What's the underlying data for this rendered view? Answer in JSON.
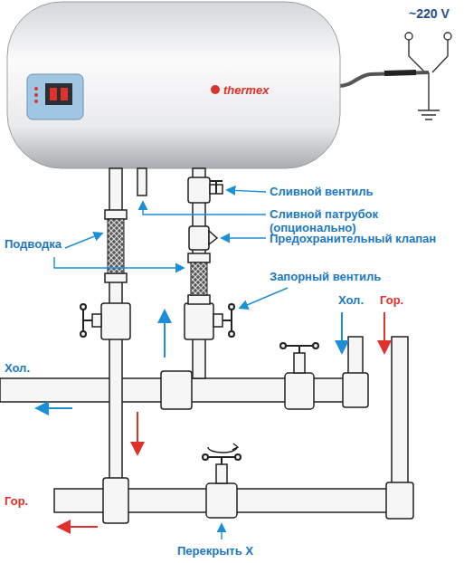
{
  "diagram": {
    "labels": [
      "~220 V",
      "thermex",
      "Сливной вентиль",
      "Сливной патрубок (опционально)",
      "Предохранительный клапан",
      "Подводка",
      "Запорный вентиль",
      "Хол.",
      "Гор.",
      "Хол.",
      "Гор.",
      "Перекрыть Х"
    ]
  }
}
